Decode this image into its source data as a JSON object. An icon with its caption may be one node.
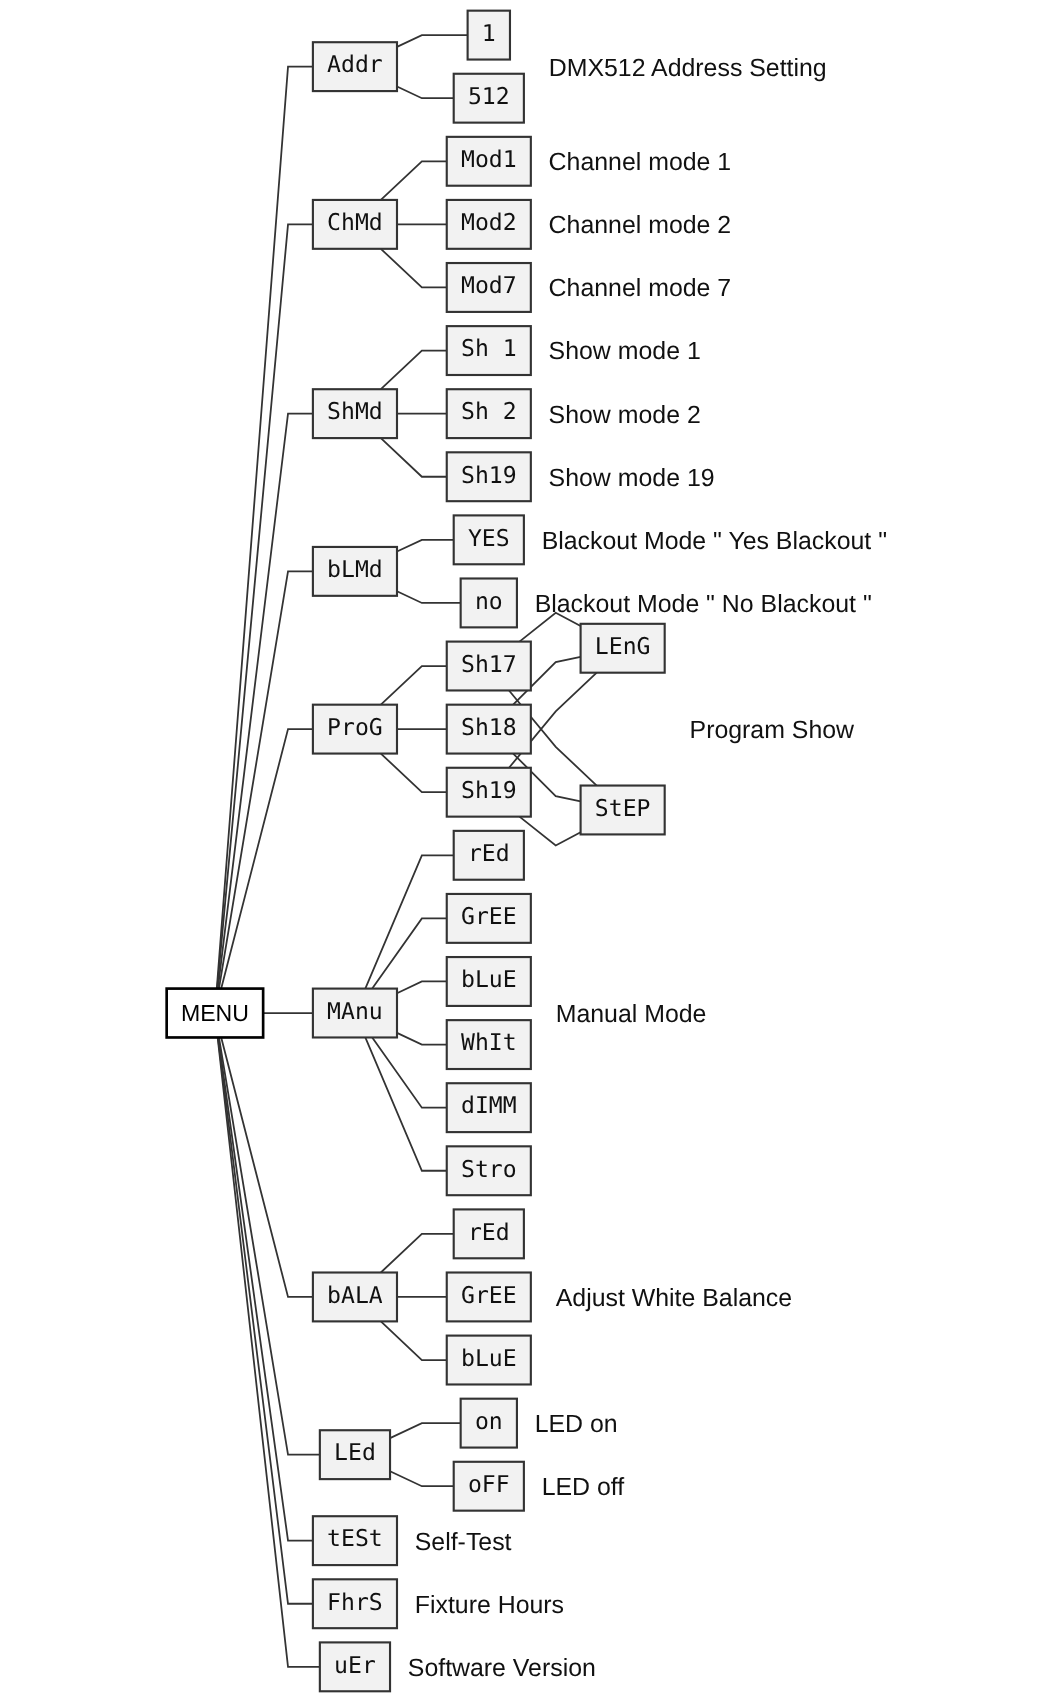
{
  "diagram": {
    "nodes": [
      {
        "text": [
          "MENU"
        ]
      },
      {
        "text": [
          "Addr"
        ]
      },
      {
        "text": [
          "1"
        ]
      },
      {
        "text": [
          "512"
        ]
      },
      {
        "text": [
          "ChMd"
        ]
      },
      {
        "text": [
          "Mod1"
        ],
        "beside": [
          "Channel mode 1"
        ]
      },
      {
        "text": [
          "Mod2"
        ],
        "beside": [
          "Channel mode 2"
        ]
      },
      {
        "text": [
          "Mod7"
        ],
        "beside": [
          "Channel mode 7"
        ]
      },
      {
        "text": [
          "ShMd"
        ]
      },
      {
        "text": [
          "Sh 1"
        ],
        "beside": [
          "Show mode 1"
        ]
      },
      {
        "text": [
          "Sh 2"
        ],
        "beside": [
          "Show mode 2"
        ]
      },
      {
        "text": [
          "Sh19"
        ],
        "beside": [
          "Show mode 19"
        ]
      },
      {
        "text": [
          "bLMd"
        ]
      },
      {
        "text": [
          "YES"
        ],
        "beside": [
          "Blackout Mode \" Yes Blackout \""
        ]
      },
      {
        "text": [
          "no"
        ],
        "beside": [
          "Blackout Mode \" No Blackout \""
        ]
      },
      {
        "text": [
          "ProG"
        ]
      },
      {
        "text": [
          "Sh17"
        ]
      },
      {
        "text": [
          "Sh18"
        ]
      },
      {
        "text": [
          "Sh19"
        ]
      },
      {
        "text": [
          "LEnG"
        ]
      },
      {
        "text": [
          "StEP"
        ]
      },
      {
        "text": [
          "MAnu"
        ]
      },
      {
        "text": [
          "rEd"
        ]
      },
      {
        "text": [
          "GrEE"
        ]
      },
      {
        "text": [
          "bLuE"
        ]
      },
      {
        "text": [
          "WhIt"
        ]
      },
      {
        "text": [
          "dIMM"
        ]
      },
      {
        "text": [
          "Stro"
        ]
      },
      {
        "text": [
          "bALA"
        ]
      },
      {
        "text": [
          "rEd"
        ]
      },
      {
        "text": [
          "GrEE"
        ]
      },
      {
        "text": [
          "bLuE"
        ]
      },
      {
        "text": [
          "tESt"
        ],
        "beside": [
          "Self-Test"
        ]
      },
      {
        "text": [
          "LEd"
        ]
      },
      {
        "text": [
          "on"
        ],
        "beside": [
          "LED on"
        ]
      },
      {
        "text": [
          "oFF"
        ],
        "beside": [
          "LED off"
        ]
      },
      {
        "text": [
          "FhrS"
        ],
        "beside": [
          "Fixture Hours"
        ]
      },
      {
        "text": [
          "uEr"
        ],
        "beside": [
          "Software Version"
        ]
      }
    ],
    "edges": [
      {
        "from": 0,
        "to": 1,
        "arrow": "none"
      },
      {
        "from": 1,
        "to": 2,
        "arrow": "none"
      },
      {
        "from": 1,
        "to": 3,
        "arrow": "none"
      },
      {
        "from": 0,
        "to": 4,
        "arrow": "none"
      },
      {
        "from": 4,
        "to": 5,
        "arrow": "none"
      },
      {
        "from": 4,
        "to": 6,
        "arrow": "none"
      },
      {
        "from": 4,
        "to": 7,
        "arrow": "none"
      },
      {
        "from": 0,
        "to": 8,
        "arrow": "none"
      },
      {
        "from": 8,
        "to": 9,
        "arrow": "none"
      },
      {
        "from": 8,
        "to": 10,
        "arrow": "none"
      },
      {
        "from": 8,
        "to": 11,
        "arrow": "none"
      },
      {
        "from": 0,
        "to": 12,
        "arrow": "none"
      },
      {
        "from": 12,
        "to": 13,
        "arrow": "none"
      },
      {
        "from": 12,
        "to": 14,
        "arrow": "none"
      },
      {
        "from": 0,
        "to": 15,
        "arrow": "none"
      },
      {
        "from": 15,
        "to": 16,
        "arrow": "none"
      },
      {
        "from": 15,
        "to": 17,
        "arrow": "none"
      },
      {
        "from": 15,
        "to": 18,
        "arrow": "none"
      },
      {
        "from": 16,
        "to": 19,
        "arrow": "none"
      },
      {
        "from": 16,
        "to": 20,
        "arrow": "none"
      },
      {
        "from": 17,
        "to": 19,
        "arrow": "none"
      },
      {
        "from": 17,
        "to": 20,
        "arrow": "none"
      },
      {
        "from": 18,
        "to": 19,
        "arrow": "none"
      },
      {
        "from": 18,
        "to": 20,
        "arrow": "none"
      },
      {
        "from": 0,
        "to": 21,
        "arrow": "none"
      },
      {
        "from": 21,
        "to": 22,
        "arrow": "none"
      },
      {
        "from": 21,
        "to": 23,
        "arrow": "none"
      },
      {
        "from": 21,
        "to": 24,
        "arrow": "none"
      },
      {
        "from": 21,
        "to": 25,
        "arrow": "none"
      },
      {
        "from": 21,
        "to": 26,
        "arrow": "none"
      },
      {
        "from": 21,
        "to": 27,
        "arrow": "none"
      },
      {
        "from": 0,
        "to": 28,
        "arrow": "none"
      },
      {
        "from": 28,
        "to": 29,
        "arrow": "none"
      },
      {
        "from": 28,
        "to": 30,
        "arrow": "none"
      },
      {
        "from": 28,
        "to": 31,
        "arrow": "none"
      },
      {
        "from": 0,
        "to": 32,
        "arrow": "none"
      },
      {
        "from": 0,
        "to": 33,
        "arrow": "none"
      },
      {
        "from": 33,
        "to": 34,
        "arrow": "none"
      },
      {
        "from": 33,
        "to": 35,
        "arrow": "none"
      },
      {
        "from": 0,
        "to": 36,
        "arrow": "none"
      },
      {
        "from": 0,
        "to": 37,
        "arrow": "none"
      }
    ],
    "labels": [
      "DMX512 Address Setting",
      "Program Show",
      "Manual Mode",
      "Adjust White Balance"
    ]
  }
}
